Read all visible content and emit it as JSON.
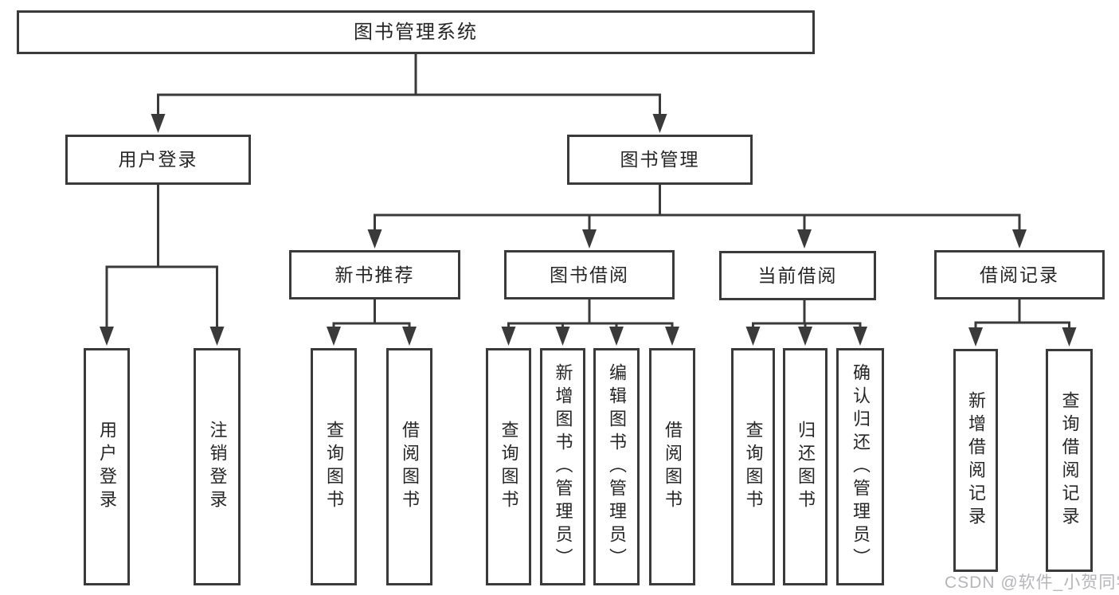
{
  "diagram_title": "图书管理系统",
  "tree": {
    "label": "图书管理系统",
    "children": [
      {
        "label": "用户登录",
        "children": [
          {
            "label": "用户登录"
          },
          {
            "label": "注销登录"
          }
        ]
      },
      {
        "label": "图书管理",
        "children": [
          {
            "label": "新书推荐",
            "children": [
              {
                "label": "查询图书"
              },
              {
                "label": "借阅图书"
              }
            ]
          },
          {
            "label": "图书借阅",
            "children": [
              {
                "label": "查询图书"
              },
              {
                "label": "新增图书（管理员）"
              },
              {
                "label": "编辑图书（管理员）"
              },
              {
                "label": "借阅图书"
              }
            ]
          },
          {
            "label": "当前借阅",
            "children": [
              {
                "label": "查询图书"
              },
              {
                "label": "归还图书"
              },
              {
                "label": "确认归还（管理员）"
              }
            ]
          },
          {
            "label": "借阅记录",
            "children": [
              {
                "label": "新增借阅记录"
              },
              {
                "label": "查询借阅记录"
              }
            ]
          }
        ]
      }
    ]
  },
  "watermark": {
    "text": "CSDN @软件_小贺同学"
  },
  "colors": {
    "line": "#3a3a3a",
    "box_border": "#3a3a3a",
    "text": "#262626",
    "watermark": "#b6b6ba",
    "background": "#ffffff"
  }
}
